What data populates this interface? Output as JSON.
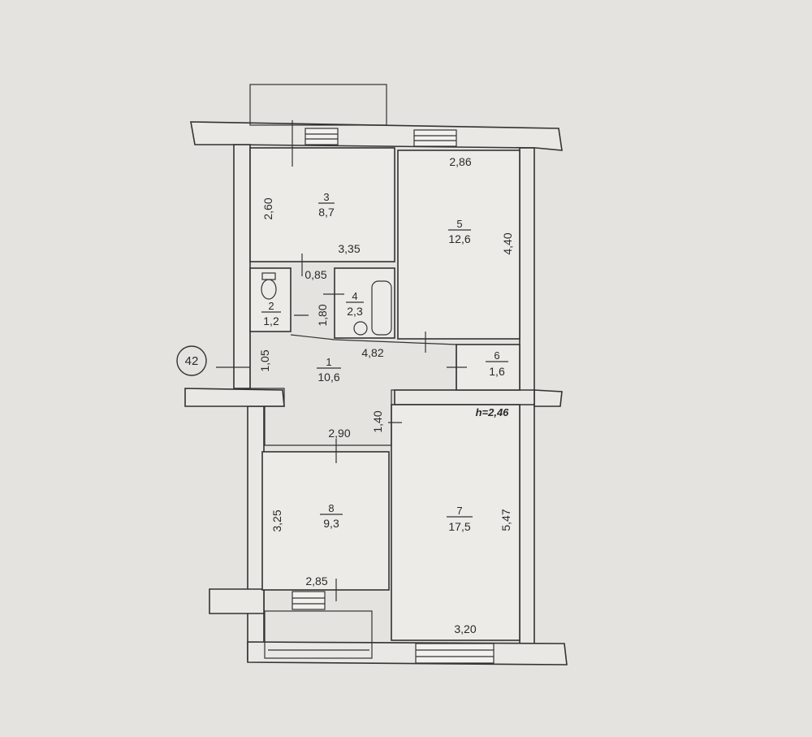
{
  "plan": {
    "building_number": "42",
    "height_note": "h=2,46",
    "rooms": [
      {
        "num": "1",
        "area": "10,6"
      },
      {
        "num": "2",
        "area": "1,2"
      },
      {
        "num": "3",
        "area": "8,7"
      },
      {
        "num": "4",
        "area": "2,3"
      },
      {
        "num": "5",
        "area": "12,6"
      },
      {
        "num": "6",
        "area": "1,6"
      },
      {
        "num": "7",
        "area": "17,5"
      },
      {
        "num": "8",
        "area": "9,3"
      }
    ],
    "dimensions": {
      "r3_height": "2,60",
      "r3_width": "3,35",
      "r5_width": "2,86",
      "r5_height": "4,40",
      "door_085": "0,85",
      "r4_height": "1,80",
      "hall_width": "4,82",
      "hall_height": "1,05",
      "passage": "1,40",
      "r8_top": "2,90",
      "r8_height": "3,25",
      "r8_bottom": "2,85",
      "r7_height": "5,47",
      "r7_bottom": "3,20"
    }
  },
  "colors": {
    "paper": "#e4e3df",
    "ink": "#333333"
  }
}
